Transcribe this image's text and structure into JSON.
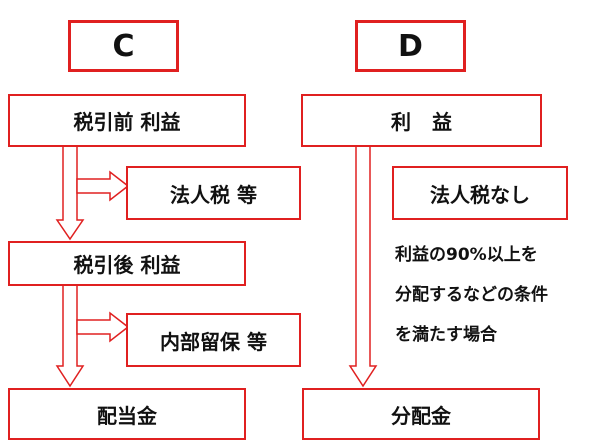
{
  "columns": {
    "c": {
      "header": "C",
      "pretax_profit": "税引前 利益",
      "corporate_tax": "法人税 等",
      "aftertax_profit": "税引後 利益",
      "retained_earnings": "内部留保 等",
      "dividend": "配当金"
    },
    "d": {
      "header": "D",
      "profit": "利 益",
      "no_corporate_tax": "法人税なし",
      "condition_lines": [
        "利益の90%以上を",
        "分配するなどの条件",
        "を満たす場合"
      ],
      "distribution": "分配金"
    }
  },
  "colors": {
    "border": "#e02020",
    "text": "#111111",
    "background": "#ffffff"
  }
}
